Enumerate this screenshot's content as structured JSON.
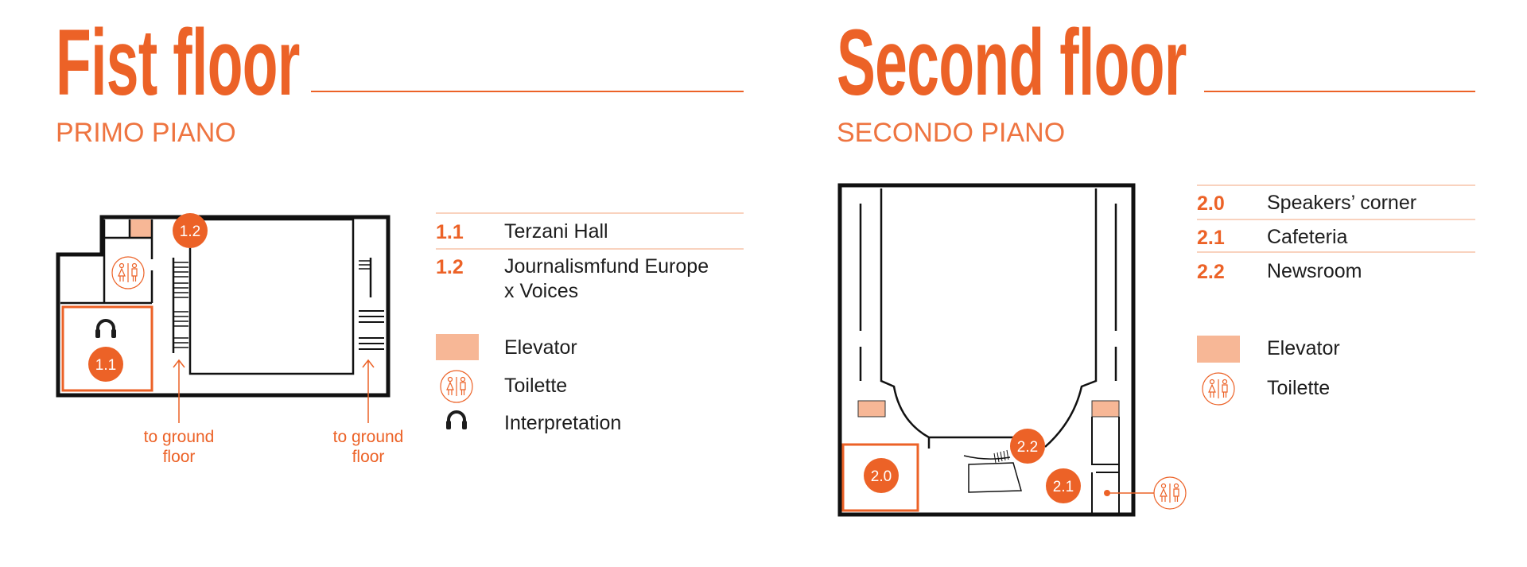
{
  "first_floor": {
    "title": "Fist floor",
    "subtitle": "PRIMO PIANO",
    "legend": [
      {
        "num": "1.1",
        "label": "Terzani Hall"
      },
      {
        "num": "1.2",
        "label_line1": "Journalismfund Europe",
        "label_line2": "x Voices"
      }
    ],
    "symbols": {
      "elevator": "Elevator",
      "toilette": "Toilette",
      "interpretation": "Interpretation"
    },
    "map_labels": {
      "room_1_1": "1.1",
      "room_1_2": "1.2"
    },
    "stairs_left": {
      "line1": "to ground",
      "line2": "floor"
    },
    "stairs_right": {
      "line1": "to ground",
      "line2": "floor"
    }
  },
  "second_floor": {
    "title": "Second floor",
    "subtitle": "SECONDO PIANO",
    "legend": [
      {
        "num": "2.0",
        "label": "Speakers’ corner"
      },
      {
        "num": "2.1",
        "label": "Cafeteria"
      },
      {
        "num": "2.2",
        "label": "Newsroom"
      }
    ],
    "symbols": {
      "elevator": "Elevator",
      "toilette": "Toilette"
    },
    "map_labels": {
      "room_2_0": "2.0",
      "room_2_1": "2.1",
      "room_2_2": "2.2"
    }
  },
  "colors": {
    "accent": "#EC6227",
    "elevator": "#F7B796",
    "divider": "#F9D2BE",
    "wall": "#111111"
  }
}
